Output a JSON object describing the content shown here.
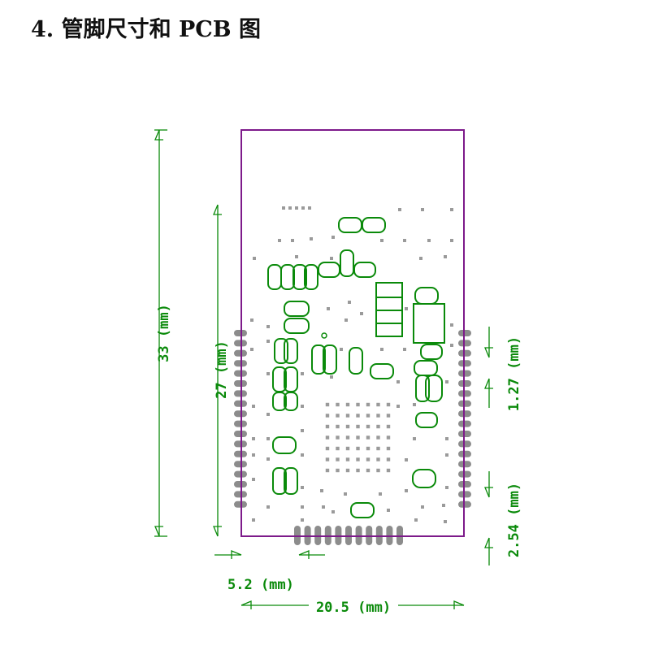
{
  "heading": "4.  管脚尺寸和 PCB 图",
  "colors": {
    "outline": "#7d1a8a",
    "component": "#0a8a0a",
    "dimension": "#0a8a0a",
    "pad": "#8c8c8c",
    "via": "#9a9a9a"
  },
  "dimensions": {
    "height_total": "33 (mm)",
    "height_inner": "27 (mm)",
    "width_total": "20.5 (mm)",
    "offset_left": "5.2 (mm)",
    "pitch_side": "1.27 (mm)",
    "pitch_bottom": "2.54 (mm)"
  }
}
